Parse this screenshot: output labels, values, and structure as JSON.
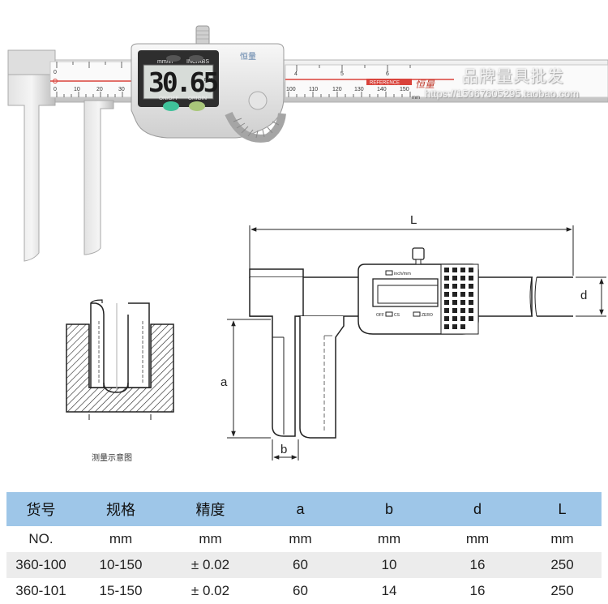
{
  "photo": {
    "display_value": "30.65",
    "display_unit": "mm",
    "btn_mode_label": "mm/in",
    "btn_abs_label": "INC/ABS",
    "btn_onoff_label": "ON/OFF",
    "btn_origin_label": "ORIGIN",
    "scale_bottom": [
      "0",
      "10",
      "20",
      "30",
      "100",
      "110",
      "120",
      "130",
      "140",
      "150"
    ],
    "scale_top": [
      "0",
      "4",
      "5",
      "6"
    ],
    "reference_label": "REFERENCE",
    "brand_mark": "恒量",
    "bottom_unit": "mm"
  },
  "watermark": {
    "line1": "品牌量具批发",
    "line2": "https://15067605295.taobao.com"
  },
  "diagram": {
    "label_L": "L",
    "label_d": "d",
    "label_a": "a",
    "label_b": "b",
    "lcd_top_label": "inch/mm",
    "lcd_off": "OFF",
    "lcd_cs": "CS",
    "lcd_zero": "ZERO",
    "caption": "测量示意图"
  },
  "table": {
    "headers": [
      "货号",
      "规格",
      "精度",
      "a",
      "b",
      "d",
      "L"
    ],
    "units": [
      "NO.",
      "mm",
      "mm",
      "mm",
      "mm",
      "mm",
      "mm"
    ],
    "rows": [
      [
        "360-100",
        "10-150",
        "± 0.02",
        "60",
        "10",
        "16",
        "250"
      ],
      [
        "360-101",
        "15-150",
        "± 0.02",
        "60",
        "14",
        "16",
        "250"
      ]
    ]
  }
}
